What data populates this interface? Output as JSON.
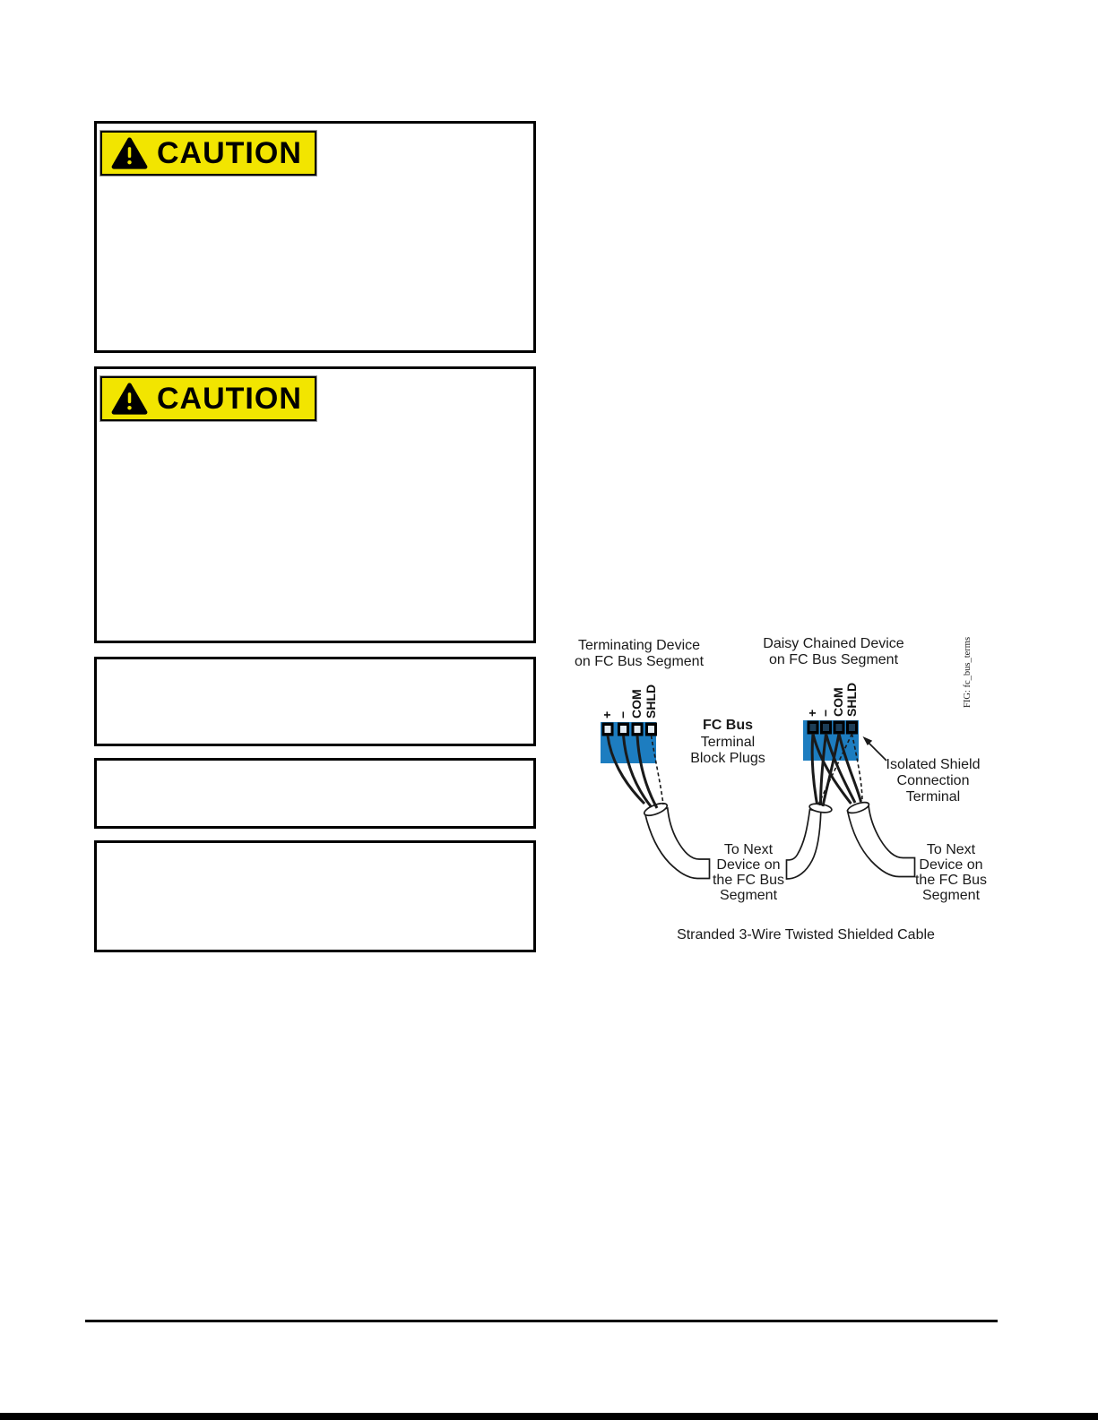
{
  "caution_boxes": [
    {
      "label": "CAUTION"
    },
    {
      "label": "CAUTION"
    }
  ],
  "figure": {
    "terminating_device_label": [
      "Terminating Device",
      "on FC Bus Segment"
    ],
    "daisy_chained_device_label": [
      "Daisy Chained Device",
      "on FC Bus Segment"
    ],
    "fig_tag": "FIG: fc_bus_terms",
    "terminal_labels": [
      "+",
      "−",
      "COM",
      "SHLD"
    ],
    "fc_bus_plugs_label": [
      "FC Bus",
      "Terminal",
      "Block Plugs"
    ],
    "isolated_shield_label": [
      "Isolated Shield",
      "Connection",
      "Terminal"
    ],
    "to_next_device_left": [
      "To Next",
      "Device on",
      "the FC Bus",
      "Segment"
    ],
    "to_next_device_right": [
      "To Next",
      "Device on",
      "the FC Bus",
      "Segment"
    ],
    "caption": "Stranded 3-Wire Twisted Shielded Cable",
    "colors": {
      "terminal_block_blue": "#1d7dc0",
      "caution_yellow": "#F2E500"
    }
  }
}
